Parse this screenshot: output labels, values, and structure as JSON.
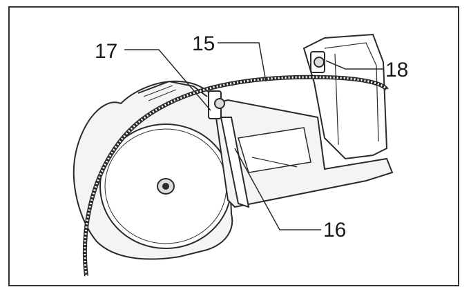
{
  "figure": {
    "callouts": [
      {
        "id": "c17",
        "label": "17"
      },
      {
        "id": "c15",
        "label": "15"
      },
      {
        "id": "c18",
        "label": "18"
      },
      {
        "id": "c16",
        "label": "16"
      }
    ]
  },
  "colors": {
    "line": "#2a2a2a",
    "fill_light": "#f4f4f4",
    "fill_mid": "#dcdcdc",
    "frame": "#333333"
  }
}
